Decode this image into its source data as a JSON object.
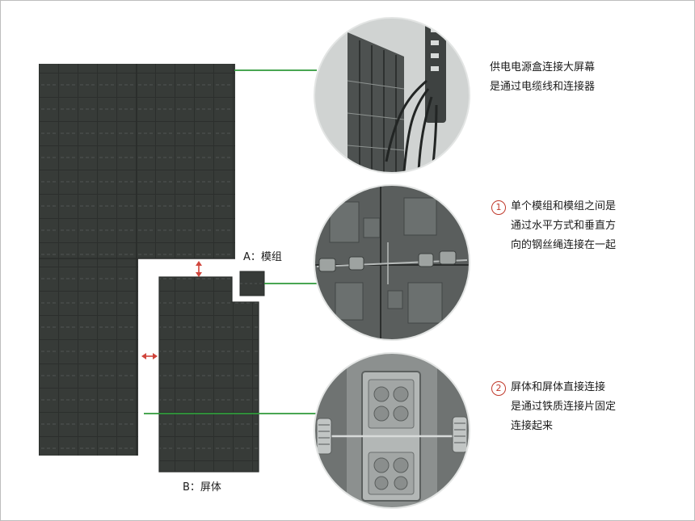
{
  "colors": {
    "panel": "#373b38",
    "panel_edge": "#2c2f2d",
    "seam": "#9aa09b",
    "connector_line": "#2f9a3a",
    "arrow": "#d0453c",
    "badge": "#c0392b",
    "photo_bg": "#c9cccc",
    "photo_dark": "#565a59"
  },
  "labels": {
    "module": "A：模组",
    "cabinet": "B：屏体"
  },
  "callouts": [
    {
      "number": "",
      "lines": [
        "供电电源盒连接大屏幕",
        "是通过电缆线和连接器"
      ]
    },
    {
      "number": "1",
      "lines": [
        "单个模组和模组之间是",
        "通过水平方式和垂直方",
        "向的钢丝绳连接在一起"
      ]
    },
    {
      "number": "2",
      "lines": [
        "屏体和屏体直接连接",
        "是通过铁质连接片固定",
        "连接起来"
      ]
    }
  ]
}
